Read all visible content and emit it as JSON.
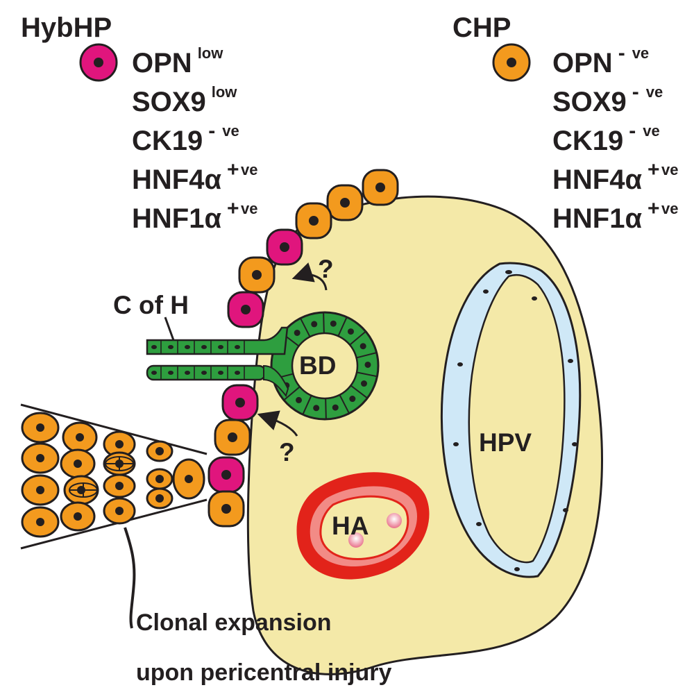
{
  "colors": {
    "hybhp_cell": "#e0157d",
    "chp_cell": "#f39a1e",
    "parenchyma": "#f4e9a8",
    "bile_duct": "#2e9e3f",
    "portal_vein_endothelium": "#cfe8f7",
    "hepatic_artery": "#e2231a",
    "outline": "#231f20"
  },
  "legend": {
    "hybhp": {
      "title": "HybHP",
      "icon": "hybhp-cell-icon",
      "markers": [
        {
          "name": "OPN",
          "level": "low"
        },
        {
          "name": "SOX9",
          "level": "low"
        },
        {
          "name": "CK19",
          "level_sign": "-",
          "level": "ve"
        },
        {
          "name": "HNF4α",
          "level_sign": "+",
          "level": "ve"
        },
        {
          "name": "HNF1α",
          "level_sign": "+",
          "level": "ve"
        }
      ]
    },
    "chp": {
      "title": "CHP",
      "icon": "chp-cell-icon",
      "markers": [
        {
          "name": "OPN",
          "level_sign": "-",
          "level": "ve"
        },
        {
          "name": "SOX9",
          "level_sign": "-",
          "level": "ve"
        },
        {
          "name": "CK19",
          "level_sign": "-",
          "level": "ve"
        },
        {
          "name": "HNF4α",
          "level_sign": "+",
          "level": "ve"
        },
        {
          "name": "HNF1α",
          "level_sign": "+",
          "level": "ve"
        }
      ]
    }
  },
  "labels": {
    "canal_of_hering": "C of H",
    "bile_duct": "BD",
    "hepatic_portal_vein": "HPV",
    "hepatic_artery": "HA",
    "question_top": "?",
    "question_bottom": "?"
  },
  "caption": {
    "line1": "Clonal expansion",
    "line2": "upon pericentral injury"
  }
}
